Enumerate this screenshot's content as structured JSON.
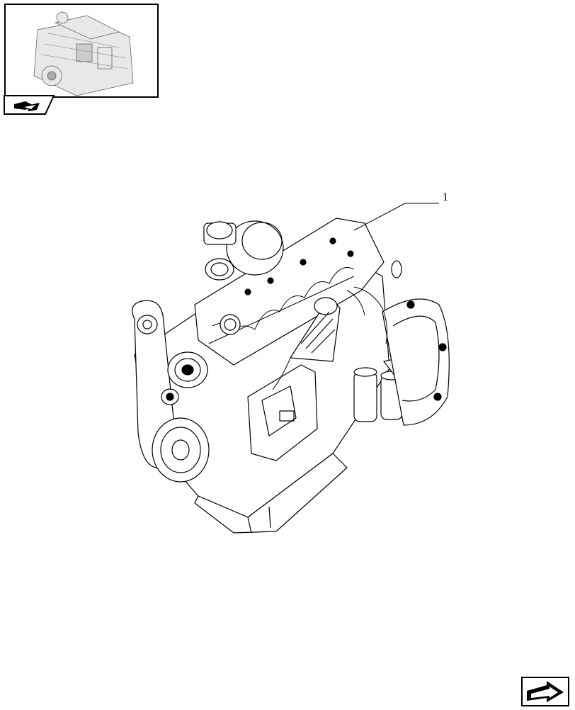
{
  "thumbnail": {
    "icon": "engine-thumbnail",
    "tab_icon": "book-arrow-icon"
  },
  "drawing": {
    "subject": "engine-assembly"
  },
  "callouts": [
    {
      "label": "1"
    }
  ],
  "navigation": {
    "next_icon": "next-page-arrow-icon"
  }
}
